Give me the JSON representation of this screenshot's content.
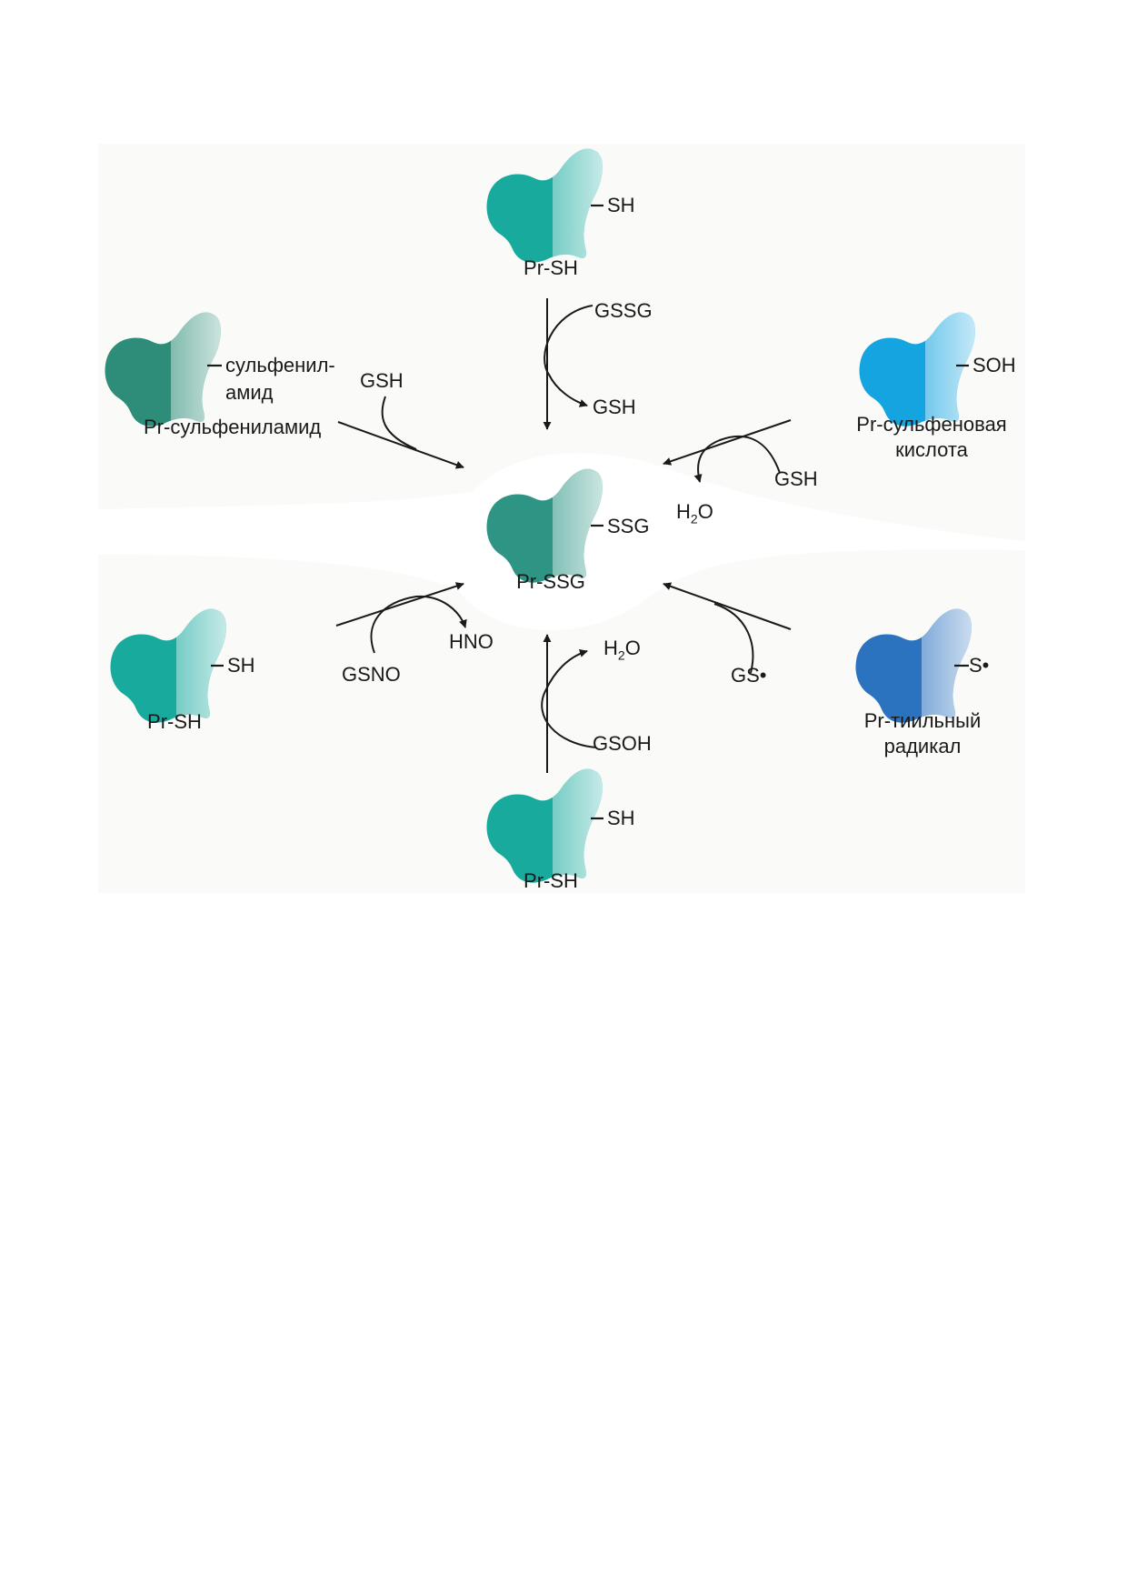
{
  "center": {
    "group": "SSG",
    "name": "Pr-SSG",
    "color": "#2e9585"
  },
  "top": {
    "group": "SH",
    "name": "Pr-SH",
    "color": "#19aa9e",
    "reagent": "GSSG",
    "product": "GSH"
  },
  "upper_left": {
    "group_line1": "сульфенил-",
    "group_line2": "амид",
    "name": "Pr-сульфениламид",
    "color": "#2e8d78",
    "reagent": "GSH"
  },
  "upper_right": {
    "group": "SOH",
    "name_line1": "Pr-сульфеновая",
    "name_line2": "кислота",
    "color": "#14a4e0",
    "reagent": "GSH",
    "product_main": "H",
    "product_sub": "2",
    "product_end": "O"
  },
  "lower_left": {
    "group": "SH",
    "name": "Pr-SH",
    "color": "#19aa9e",
    "reagent": "GSNO",
    "product": "HNO"
  },
  "lower_right": {
    "group": "S•",
    "name_line1": "Pr-тиильный",
    "name_line2": "радикал",
    "color": "#2b72bf",
    "reagent": "GS•"
  },
  "bottom": {
    "group": "SH",
    "name": "Pr-SH",
    "color": "#19aa9e",
    "reagent": "GSOH",
    "product_main": "H",
    "product_sub": "2",
    "product_end": "O"
  }
}
